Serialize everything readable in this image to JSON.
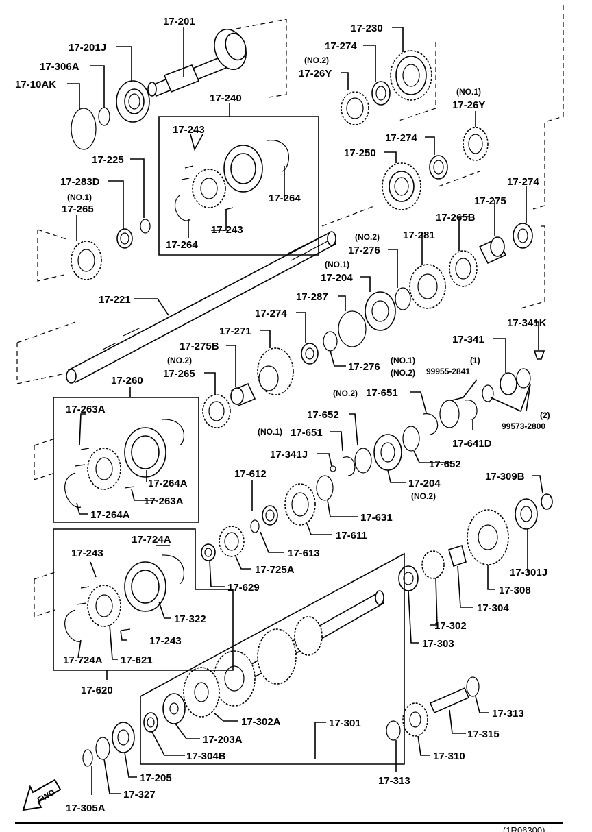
{
  "labels": {
    "p17_201": "17-201",
    "p17_201J": "17-201J",
    "p17_306A": "17-306A",
    "p17_10AK": "17-10AK",
    "p17_240": "17-240",
    "p17_243_a": "17-243",
    "p17_243_b": "17-243",
    "p17_264_a": "17-264",
    "p17_264_b": "17-264",
    "p17_225": "17-225",
    "p17_283D": "17-283D",
    "p17_265_no1": "17-265",
    "p17_230": "17-230",
    "p17_274_a": "17-274",
    "p17_26Y_no2": "17-26Y",
    "p17_26Y_no1": "17-26Y",
    "p17_274_b": "17-274",
    "p17_250": "17-250",
    "p17_274_c": "17-274",
    "p17_275": "17-275",
    "p17_265B": "17-265B",
    "p17_281": "17-281",
    "p17_276_no2": "17-276",
    "p17_204_no1": "17-204",
    "p17_287": "17-287",
    "p17_274_d": "17-274",
    "p17_271": "17-271",
    "p17_275B": "17-275B",
    "p17_265_no2": "17-265",
    "p17_221": "17-221",
    "p17_276_b": "17-276",
    "p17_341K": "17-341K",
    "p17_341": "17-341",
    "p99955": "99955-2841",
    "p99573": "99573-2800",
    "p17_651_no2": "17-651",
    "p17_652_a": "17-652",
    "p17_651_no1": "17-651",
    "p17_341J": "17-341J",
    "p17_641D": "17-641D",
    "p17_652_b": "17-652",
    "p17_204_no2": "17-204",
    "p17_260": "17-260",
    "p17_263A_a": "17-263A",
    "p17_264A_a": "17-264A",
    "p17_263A_b": "17-263A",
    "p17_264A_b": "17-264A",
    "p17_612": "17-612",
    "p17_631": "17-631",
    "p17_611": "17-611",
    "p17_613": "17-613",
    "p17_309B": "17-309B",
    "p17_301J": "17-301J",
    "p17_308": "17-308",
    "p17_304": "17-304",
    "p17_302": "17-302",
    "p17_303": "17-303",
    "p17_725A": "17-725A",
    "p17_629": "17-629",
    "p17_724A_a": "17-724A",
    "p17_243_c": "17-243",
    "p17_322": "17-322",
    "p17_243_d": "17-243",
    "p17_724A_b": "17-724A",
    "p17_621": "17-621",
    "p17_620": "17-620",
    "p17_301": "17-301",
    "p17_302A": "17-302A",
    "p17_203A": "17-203A",
    "p17_304B": "17-304B",
    "p17_205": "17-205",
    "p17_327": "17-327",
    "p17_305A": "17-305A",
    "p17_313_a": "17-313",
    "p17_315": "17-315",
    "p17_310": "17-310",
    "p17_313_b": "17-313"
  },
  "qualifiers": {
    "no2_26Y": "(NO.2)",
    "no1_26Y": "(NO.1)",
    "no1_265": "(NO.1)",
    "no2_276": "(NO.2)",
    "no1_204": "(NO.1)",
    "no2_265": "(NO.2)",
    "no1_276": "(NO.1)",
    "no2_276b": "(NO.2)",
    "one_99955": "(1)",
    "two_99573": "(2)",
    "no2_651": "(NO.2)",
    "no1_651": "(NO.1)",
    "no2_204": "(NO.2)"
  },
  "fwd": "FWD",
  "footer_code": "(1R06300)"
}
